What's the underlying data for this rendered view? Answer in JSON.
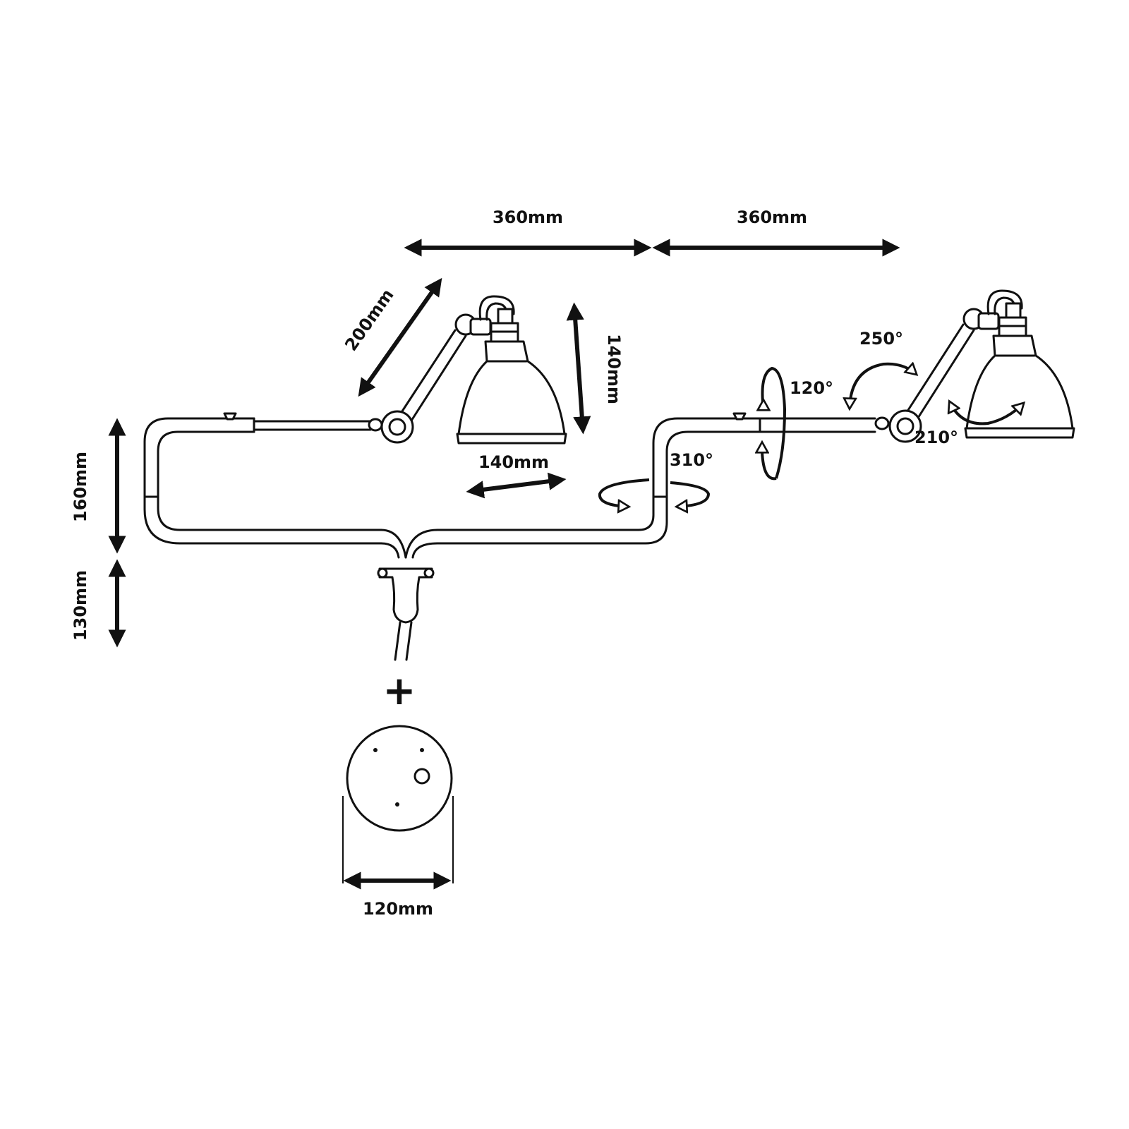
{
  "dimensions": {
    "arm_left_length": "360mm",
    "arm_right_length": "360mm",
    "upper_arm_length": "200mm",
    "shade_height": "140mm",
    "shade_width": "140mm",
    "vertical_offset": "160mm",
    "clamp_height": "130mm",
    "base_diameter": "120mm"
  },
  "angles": {
    "pivot_rotation": "310°",
    "arm_rotation": "120°",
    "shade_tilt_upper": "250°",
    "shade_tilt_lower": "210°"
  },
  "extras": {
    "plus_sign": "+"
  },
  "colors": {
    "ink": "#111111",
    "background": "#ffffff"
  }
}
